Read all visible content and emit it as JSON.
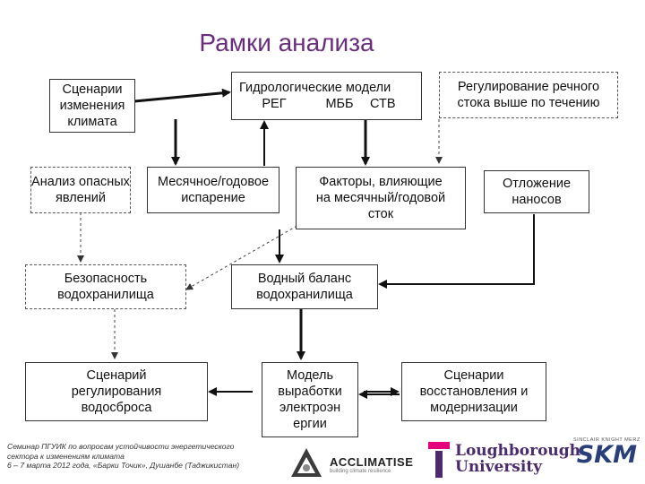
{
  "title": "Рамки анализа",
  "boxes": {
    "climate_scenarios": "Сценарии\nизменения\nклимата",
    "hydro_models": {
      "line1": "Гидрологические модели",
      "models": [
        "РЕГ",
        "МББ",
        "СТВ"
      ]
    },
    "upstream_regulation": "Регулирование речного\nстока выше по течению",
    "hazard_analysis": "Анализ опасных\nявлений",
    "evaporation": "Месячное/годовое\nиспарение",
    "runoff_factors": "Факторы, влияющие\nна месячный/годовой\nсток",
    "sedimentation": "Отложение\nнаносов",
    "reservoir_safety": "Безопасность\nводохранилища",
    "water_balance": "Водный баланс\nводохранилища",
    "spillway_scenario": "Сценарий\nрегулирования\nводосброса",
    "power_model": "Модель\nвыработки\nэлектроэн\nергии",
    "rehab_scenarios": "Сценарии\nвосстановления и\nмодернизации"
  },
  "footer": {
    "line1": "Семинар ПГУИК по вопросам устойчивости энергетического",
    "line2": "сектора к изменениям климата",
    "line3": "6 – 7 марта 2012 года, «Барки Точик», Душанбе (Таджикистан)"
  },
  "logos": {
    "acclimatise": "ACCLIMATISE",
    "acclimatise_tag": "building climate resilience",
    "loughborough_1": "Loughborough",
    "loughborough_2": "University",
    "skm_small": "SINCLAIR KNIGHT MERZ",
    "skm": "SKM"
  },
  "colors": {
    "title": "#6a2d7e",
    "loughborough": "#4b2b6e",
    "skm": "#2a3f7a"
  }
}
